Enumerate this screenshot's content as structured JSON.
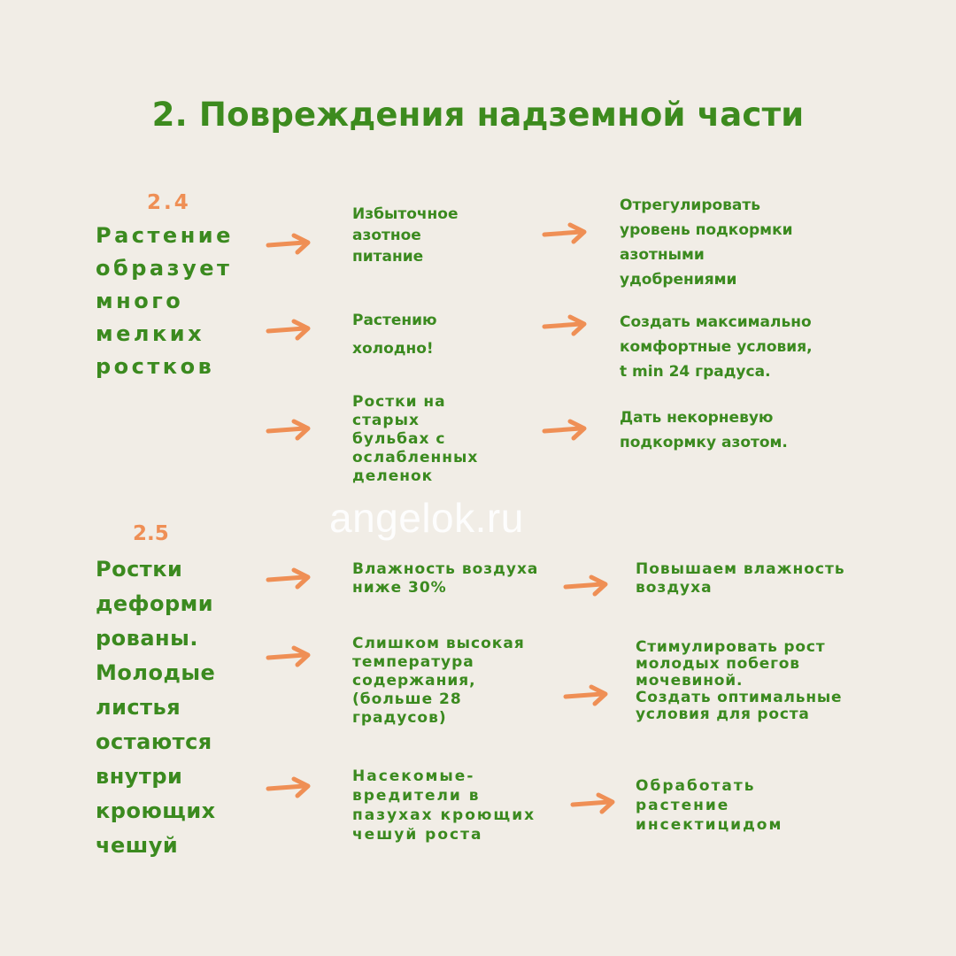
{
  "title": "2. Повреждения надземной части",
  "watermark": "angelok.ru",
  "colors": {
    "background": "#f1ede6",
    "green_text": "#3b8a1f",
    "orange_accent": "#ef8f55"
  },
  "sections": [
    {
      "number": "2.4",
      "symptom_lines": [
        "Растение",
        "образует",
        "много",
        "мелких",
        "ростков"
      ],
      "rows": [
        {
          "cause_lines": [
            "Избыточное",
            "азотное",
            "питание"
          ],
          "solution_lines": [
            "Отрегулировать",
            "уровень подкормки",
            "азотными",
            "удобрениями"
          ]
        },
        {
          "cause_lines": [
            "Растению",
            "холодно!"
          ],
          "solution_lines": [
            "Создать максимально",
            "комфортные условия,",
            "t min 24 градуса."
          ]
        },
        {
          "cause_lines": [
            "Ростки на",
            "старых",
            "бульбах с",
            "ослабленных",
            "деленок"
          ],
          "solution_lines": [
            "Дать некорневую",
            "подкормку азотом."
          ]
        }
      ]
    },
    {
      "number": "2.5",
      "symptom_lines": [
        "Ростки",
        "деформи",
        "рованы.",
        "Молодые",
        "листья",
        "остаются",
        "внутри",
        "кроющих",
        "чешуй"
      ],
      "rows": [
        {
          "cause_lines": [
            "Влажность воздуха",
            "ниже 30%"
          ],
          "solution_lines": [
            "Повышаем влажность",
            "воздуха"
          ]
        },
        {
          "cause_lines": [
            "Слишком высокая",
            "температура",
            "содержания,",
            "(больше 28",
            "градусов)"
          ],
          "solution_lines": [
            "Стимулировать рост",
            "молодых побегов",
            "мочевиной.",
            "Создать оптимальные",
            "условия для роста"
          ]
        },
        {
          "cause_lines": [
            "Насекомые-",
            "вредители в",
            "пазухах кроющих",
            "чешуй роста"
          ],
          "solution_lines": [
            "Обработать",
            "растение",
            "инсектицидом"
          ]
        }
      ]
    }
  ]
}
